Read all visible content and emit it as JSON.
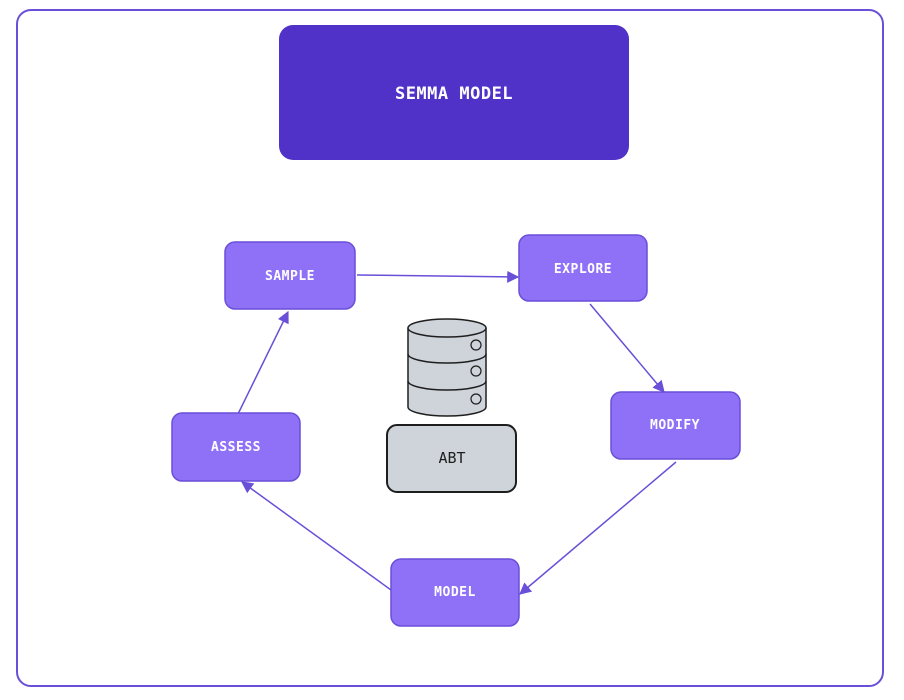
{
  "title": "SEMMA MODEL",
  "stages": {
    "sample": "SAMPLE",
    "explore": "EXPLORE",
    "modify": "MODIFY",
    "model": "MODEL",
    "assess": "ASSESS"
  },
  "center": {
    "database_icon": "database-icon",
    "label": "ABT"
  },
  "colors": {
    "frame_border": "#6a4fd8",
    "title_fill": "#5032c8",
    "stage_fill": "#8e71f7",
    "stage_border": "#6a4fd8",
    "arrow": "#6a4fd8",
    "abt_fill": "#ced4da",
    "cylinder_fill": "#ced4da",
    "text_light": "#ffffff",
    "text_dark": "#1e1e1e"
  }
}
